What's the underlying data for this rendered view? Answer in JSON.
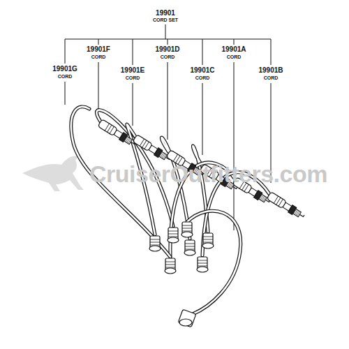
{
  "diagram": {
    "labels": [
      "19901",
      "CORD SET",
      "19901F",
      "CORD",
      "19901G",
      "CORD",
      "19901E",
      "CORD",
      "19901D",
      "CORD",
      "19901C",
      "CORD",
      "19901A",
      "CORD",
      "19901B",
      "CORD",
      "CruiserOutfitters.com"
    ]
  }
}
